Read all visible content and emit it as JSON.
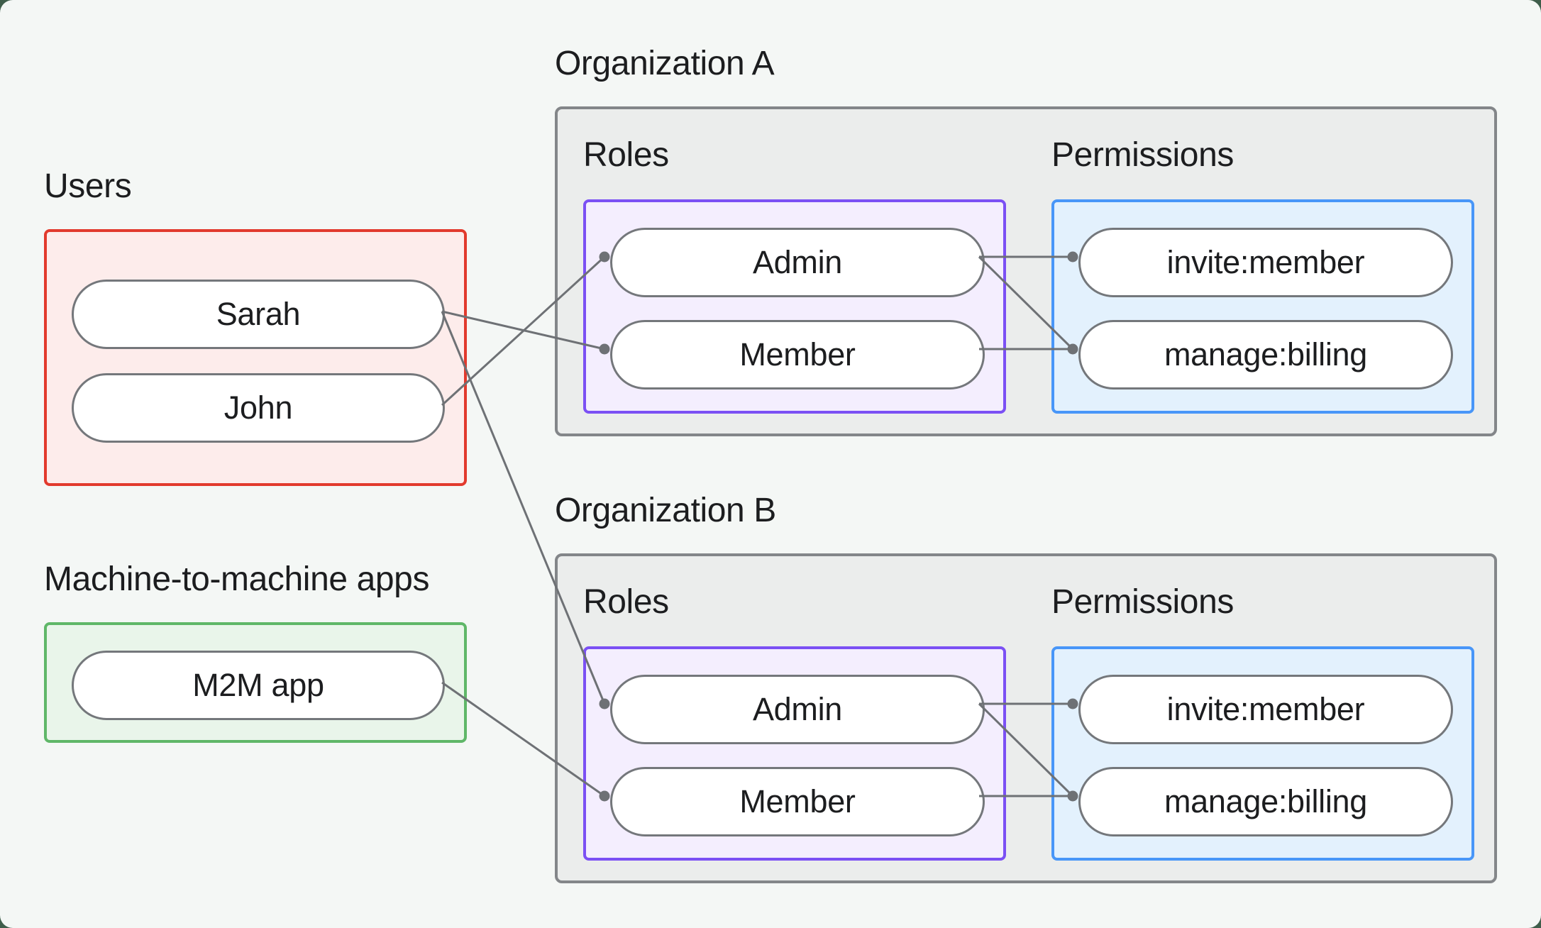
{
  "users": {
    "label": "Users",
    "members": [
      "Sarah",
      "John"
    ]
  },
  "machine_apps": {
    "label": "Machine-to-machine apps",
    "apps": [
      "M2M app"
    ]
  },
  "organizations": [
    {
      "label": "Organization A",
      "roles_label": "Roles",
      "permissions_label": "Permissions",
      "roles": [
        "Admin",
        "Member"
      ],
      "permissions": [
        "invite:member",
        "manage:billing"
      ]
    },
    {
      "label": "Organization B",
      "roles_label": "Roles",
      "permissions_label": "Permissions",
      "roles": [
        "Admin",
        "Member"
      ],
      "permissions": [
        "invite:member",
        "manage:billing"
      ]
    }
  ],
  "connections": [
    {
      "from": "sarah",
      "to": "orgA-member"
    },
    {
      "from": "john",
      "to": "orgA-admin"
    },
    {
      "from": "sarah",
      "to": "orgB-admin"
    },
    {
      "from": "m2m-app",
      "to": "orgB-member"
    },
    {
      "from": "orgA-admin",
      "to": "orgA-invite"
    },
    {
      "from": "orgA-admin",
      "to": "orgA-manage"
    },
    {
      "from": "orgA-member",
      "to": "orgA-manage"
    },
    {
      "from": "orgB-admin",
      "to": "orgB-invite"
    },
    {
      "from": "orgB-admin",
      "to": "orgB-manage"
    },
    {
      "from": "orgB-member",
      "to": "orgB-manage"
    }
  ],
  "colors": {
    "page_background": "#3f5e4b",
    "canvas_background": "#f4f7f5",
    "users_border": "#e23a2d",
    "users_fill": "#fdeceb",
    "m2m_border": "#5fb768",
    "m2m_fill": "#e9f5ea",
    "org_border": "#838689",
    "org_fill": "#ebedec",
    "roles_border": "#7b50f4",
    "roles_fill": "#f4eefe",
    "permissions_border": "#4896f8",
    "permissions_fill": "#e3f1fd",
    "pill_border": "#74777b",
    "pill_fill": "#ffffff",
    "connector": "#6e7175",
    "text": "#1c1d1f"
  }
}
